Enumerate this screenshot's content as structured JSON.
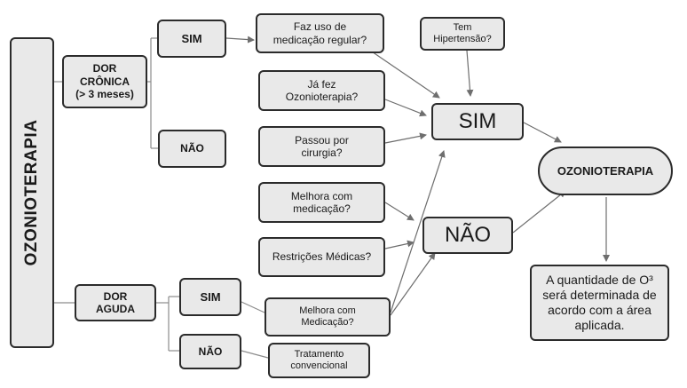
{
  "nodes": {
    "ozonioterapia_main": "OZONIOTERAPIA",
    "dor_cronica": "DOR\nCRÔNICA\n(> 3 meses)",
    "sim_cronica": "SIM",
    "nao_cronica": "NÃO",
    "medicacao_regular": "Faz uso de\nmedicação regular?",
    "hipertensao": "Tem\nHipertensão?",
    "ja_fez_ozonio": "Já fez\nOzonioterapia?",
    "cirurgia": "Passou por\ncirurgia?",
    "melhora_medicacao": "Melhora com\nmedicação?",
    "restricoes": "Restrições Médicas?",
    "dor_aguda": "DOR\nAGUDA",
    "sim_aguda": "SIM",
    "nao_aguda": "NÃO",
    "melhora_medicacao_aguda": "Melhora com\nMedicação?",
    "tratamento_convencional": "Tratamento\nconvencional",
    "result_sim": "SIM",
    "result_nao": "NÃO",
    "ozonioterapia_result": "OZONIOTERAPIA",
    "quantidade": "A quantidade de O³\nserá determinada de\nacordo com a área\naplicada."
  },
  "colors": {
    "box_fill": "#e9e9e9",
    "box_border": "#2b2b2b",
    "line": "#8c8c8c",
    "arrow": "#6e6e6e"
  }
}
